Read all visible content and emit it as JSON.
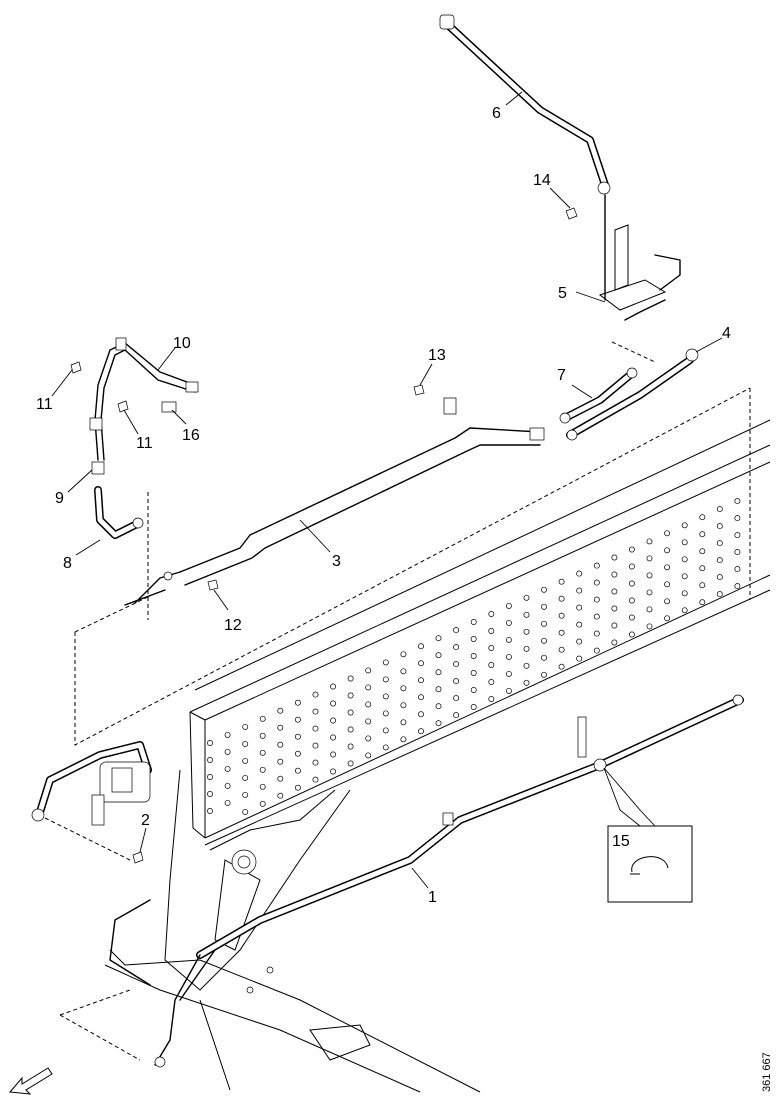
{
  "diagram": {
    "callouts": {
      "c1": "1",
      "c2": "2",
      "c3": "3",
      "c4": "4",
      "c5": "5",
      "c6": "6",
      "c7": "7",
      "c8": "8",
      "c9": "9",
      "c10": "10",
      "c11a": "11",
      "c11b": "11",
      "c12": "12",
      "c13": "13",
      "c14": "14",
      "c15": "15",
      "c16": "16"
    },
    "reference_number": "361 667",
    "direction_icon": "forward-arrow-icon"
  }
}
